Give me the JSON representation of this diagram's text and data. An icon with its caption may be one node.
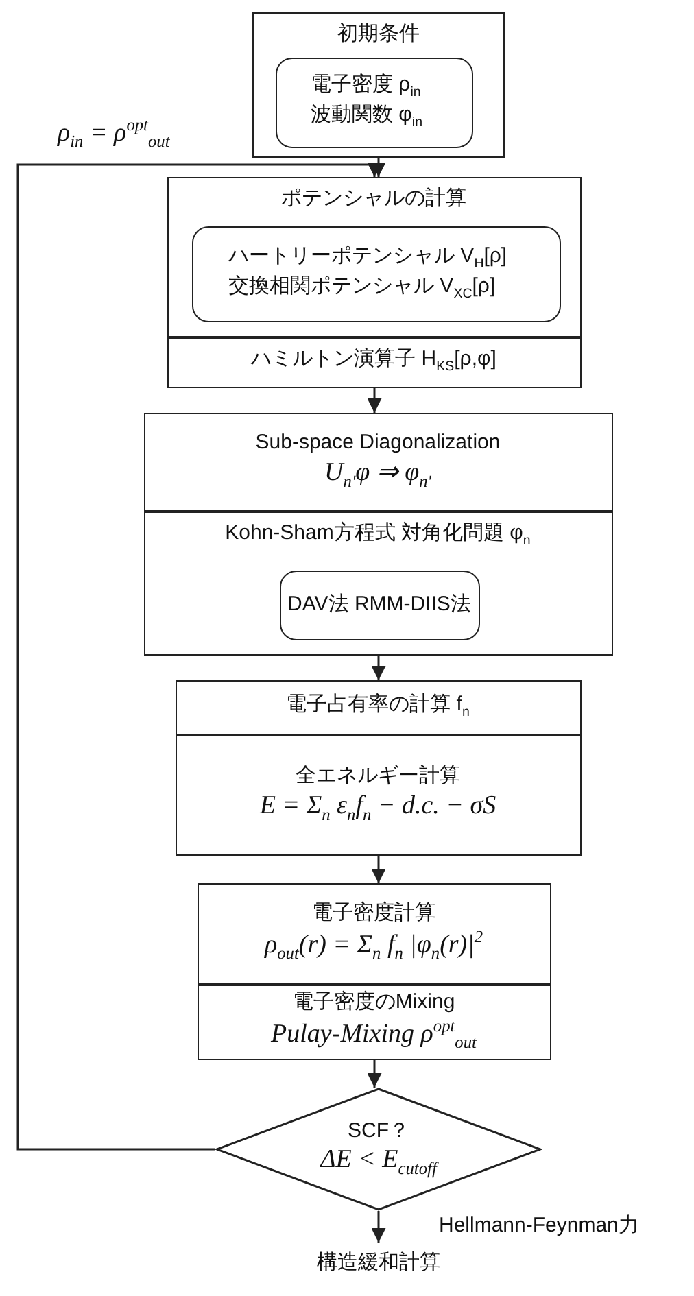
{
  "diagram": {
    "nodes": [
      {
        "text": [
          "初期条件"
        ]
      },
      {
        "text": [
          "電子密度 ρ$_{in}$ 波動関数 φ$_{in}$"
        ],
        "in": 0
      },
      {
        "text": [],
        "shape": "box"
      },
      {
        "text": [
          "ポテンシャルの計算"
        ],
        "in": 2
      },
      {
        "text": [
          "ハートリーポテンシャル V$_{H}$[ρ] 交換相関ポテンシャル V$_{XC}$[ρ]"
        ],
        "in": 3
      },
      {
        "text": [
          "ハミルトン演算子 H$_{KS}$[ρ,φ]"
        ],
        "in": 2
      },
      {
        "text": [],
        "shape": "box"
      },
      {
        "text": [
          "Sub-space Diagonalization",
          "U$_{n'}$φ ⇒ φ$_{n'}$"
        ],
        "in": 6
      },
      {
        "text": [
          "Kohn-Sham方程式 対角化問題 φ$_{n}$"
        ],
        "in": 6
      },
      {
        "text": [
          "DAV法 RMM-DIIS法"
        ],
        "in": 8
      },
      {
        "text": [],
        "shape": "box"
      },
      {
        "text": [
          "電子占有率の計算 f$_{n}$"
        ],
        "in": 10
      },
      {
        "text": [
          "全エネルギー計算",
          "E = Σ$_{n}$ ε$_{n}$f$_{n}$ − d.c. − σS"
        ],
        "in": 10
      },
      {
        "text": [],
        "shape": "box"
      },
      {
        "text": [
          "電子密度計算",
          "ρ$_{out}$(r) = Σ$_{n}$ f$_{n}$ |φ$_{n}$(r)|$^{2}$"
        ],
        "in": 13
      },
      {
        "text": [
          "電子密度のMixing",
          "Pulay-Mixing ρ$^{opt}$$_{out}$"
        ],
        "in": 13
      },
      {
        "text": [
          "SCF？",
          "ΔE < E$_{cutoff}$"
        ]
      },
      {
        "text": [
          "構造緩和計算"
        ]
      }
    ],
    "edges": [
      {
        "from": 0,
        "to": 2,
        "arrow": "to"
      },
      {
        "from": 2,
        "to": 6,
        "arrow": "to"
      },
      {
        "from": 6,
        "to": 10,
        "arrow": "to"
      },
      {
        "from": 10,
        "to": 13,
        "arrow": "to"
      },
      {
        "from": 13,
        "to": 16,
        "arrow": "to"
      },
      {
        "from": 16,
        "to": 2,
        "arrow": "to",
        "label": "ρ$_{in}$ = ρ$^{opt}$$_{out}$"
      },
      {
        "from": 16,
        "to": 17,
        "arrow": "to",
        "label": "Hellmann-Feynman力"
      }
    ]
  }
}
